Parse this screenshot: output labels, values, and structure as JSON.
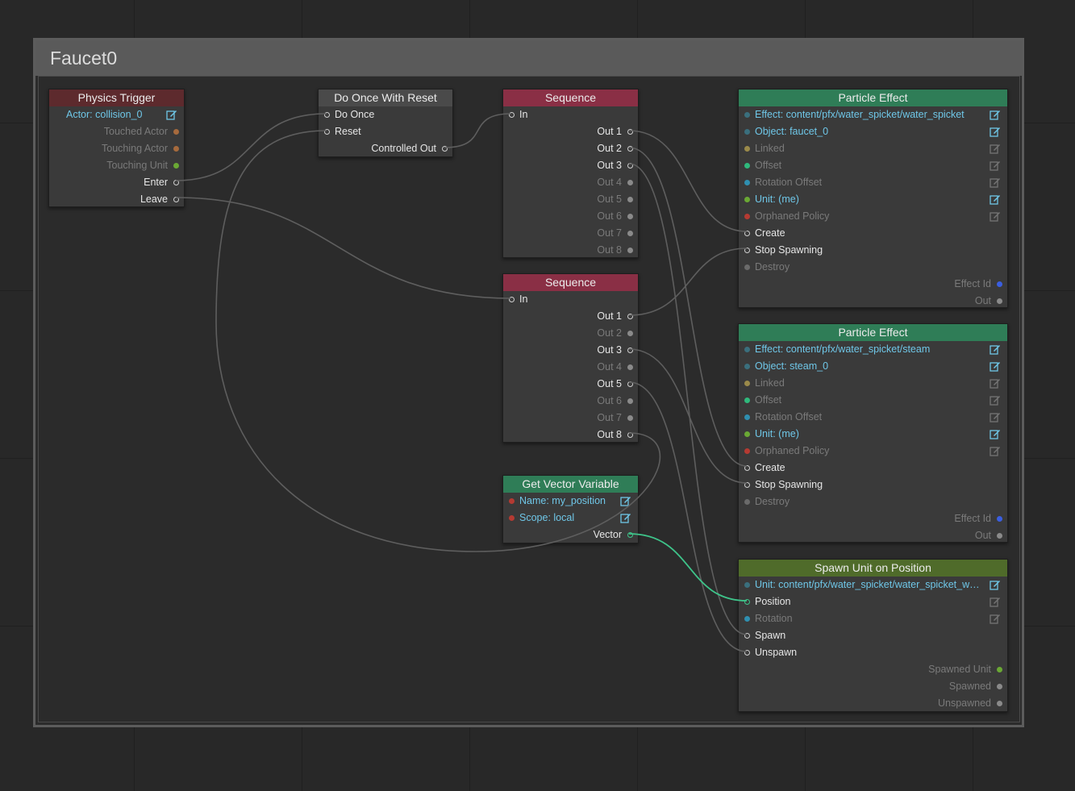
{
  "group": {
    "title": "Faucet0"
  },
  "nodes": {
    "physics_trigger": {
      "title": "Physics Trigger",
      "actor": "Actor: collision_0",
      "outputs": [
        "Touched Actor",
        "Touching Actor",
        "Touching Unit",
        "Enter",
        "Leave"
      ]
    },
    "do_once": {
      "title": "Do Once With Reset",
      "inputs": [
        "Do Once",
        "Reset"
      ],
      "outputs": [
        "Controlled Out"
      ]
    },
    "sequence1": {
      "title": "Sequence",
      "input": "In",
      "outputs": [
        "Out 1",
        "Out 2",
        "Out 3",
        "Out 4",
        "Out 5",
        "Out 6",
        "Out 7",
        "Out 8"
      ]
    },
    "sequence2": {
      "title": "Sequence",
      "input": "In",
      "outputs": [
        "Out 1",
        "Out 2",
        "Out 3",
        "Out 4",
        "Out 5",
        "Out 6",
        "Out 7",
        "Out 8"
      ]
    },
    "get_vector": {
      "title": "Get Vector Variable",
      "name": "Name: my_position",
      "scope": "Scope: local",
      "output": "Vector"
    },
    "particle1": {
      "title": "Particle Effect",
      "effect": "Effect: content/pfx/water_spicket/water_spicket",
      "object": "Object: faucet_0",
      "linked": "Linked",
      "offset": "Offset",
      "rotation_offset": "Rotation Offset",
      "unit": "Unit: (me)",
      "orphaned_policy": "Orphaned Policy",
      "create": "Create",
      "stop_spawning": "Stop Spawning",
      "destroy": "Destroy",
      "effect_id": "Effect Id",
      "out": "Out"
    },
    "particle2": {
      "title": "Particle Effect",
      "effect": "Effect: content/pfx/water_spicket/steam",
      "object": "Object: steam_0",
      "linked": "Linked",
      "offset": "Offset",
      "rotation_offset": "Rotation Offset",
      "unit": "Unit: (me)",
      "orphaned_policy": "Orphaned Policy",
      "create": "Create",
      "stop_spawning": "Stop Spawning",
      "destroy": "Destroy",
      "effect_id": "Effect Id",
      "out": "Out"
    },
    "spawn_unit": {
      "title": "Spawn Unit on Position",
      "unit": "Unit: content/pfx/water_spicket/water_spicket_wa...",
      "position": "Position",
      "rotation": "Rotation",
      "spawn": "Spawn",
      "unspawn": "Unspawn",
      "outputs": [
        "Spawned Unit",
        "Spawned",
        "Unspawned"
      ]
    }
  },
  "colors": {
    "background": "#282828",
    "title_sequence": "#8a2f45",
    "title_particle": "#2f7d57",
    "title_spawn": "#4f6b2a",
    "link_text": "#6fc7e8",
    "wire": "#5e5e5e",
    "vector_wire": "#3ec48a"
  },
  "icons": [
    "edit-icon",
    "pin-icon"
  ]
}
